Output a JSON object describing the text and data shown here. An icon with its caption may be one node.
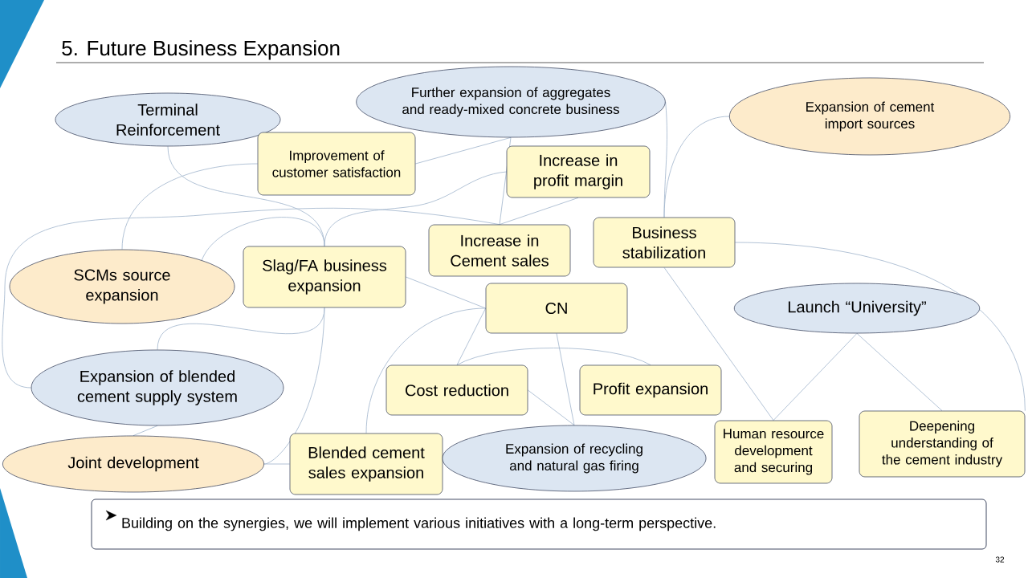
{
  "diagram": {
    "title": "5. Future Business Expansion",
    "nodes": [
      {
        "text": [
          "Terminal Reinforcement"
        ]
      },
      {
        "text": [
          "Further expansion of aggregates and ready-mixed concrete business"
        ]
      },
      {
        "text": [
          "Expansion of cement import sources"
        ]
      },
      {
        "text": [
          "Improvement of customer satisfaction"
        ]
      },
      {
        "text": [
          "Increase in profit margin"
        ]
      },
      {
        "text": [
          "Increase in Cement sales"
        ]
      },
      {
        "text": [
          "Business stabilization"
        ]
      },
      {
        "text": [
          "SCMs source expansion"
        ]
      },
      {
        "text": [
          "Slag/FA business expansion"
        ]
      },
      {
        "text": [
          "CN"
        ]
      },
      {
        "text": [
          "Launch “University”"
        ]
      },
      {
        "text": [
          "Expansion of blended cement supply system"
        ]
      },
      {
        "text": [
          "Cost reduction"
        ]
      },
      {
        "text": [
          "Profit expansion"
        ]
      },
      {
        "text": [
          "Joint development"
        ]
      },
      {
        "text": [
          "Blended cement sales expansion"
        ]
      },
      {
        "text": [
          "Expansion of recycling and natural gas firing"
        ]
      },
      {
        "text": [
          "Human resource development and securing"
        ]
      },
      {
        "text": [
          "Deepening understanding of the cement industry"
        ]
      },
      {
        "text": [
          "Building on the synergies, we will implement various initiatives with a long-term perspective."
        ]
      }
    ],
    "edges": [
      {
        "from": 0,
        "to": 8,
        "arrow": "none"
      },
      {
        "from": 3,
        "to": 7,
        "arrow": "none"
      },
      {
        "from": 1,
        "to": 3,
        "arrow": "none"
      },
      {
        "from": 1,
        "to": 5,
        "arrow": "none"
      },
      {
        "from": 4,
        "to": 5,
        "arrow": "none"
      },
      {
        "from": 4,
        "to": 8,
        "arrow": "none"
      },
      {
        "from": 5,
        "to": 11,
        "arrow": "none"
      },
      {
        "from": 7,
        "to": 8,
        "arrow": "none"
      },
      {
        "from": 1,
        "to": 6,
        "arrow": "none"
      },
      {
        "from": 2,
        "to": 6,
        "arrow": "none"
      },
      {
        "from": 6,
        "to": 18,
        "arrow": "none"
      },
      {
        "from": 6,
        "to": 17,
        "arrow": "none"
      },
      {
        "from": 10,
        "to": 17,
        "arrow": "none"
      },
      {
        "from": 10,
        "to": 18,
        "arrow": "none"
      },
      {
        "from": 8,
        "to": 9,
        "arrow": "none"
      },
      {
        "from": 9,
        "to": 12,
        "arrow": "none"
      },
      {
        "from": 9,
        "to": 15,
        "arrow": "none"
      },
      {
        "from": 9,
        "to": 16,
        "arrow": "none"
      },
      {
        "from": 12,
        "to": 16,
        "arrow": "none"
      },
      {
        "from": 12,
        "to": 13,
        "arrow": "none"
      },
      {
        "from": 8,
        "to": 11,
        "arrow": "none"
      },
      {
        "from": 8,
        "to": 14,
        "arrow": "none"
      },
      {
        "from": 11,
        "to": 14,
        "arrow": "none"
      },
      {
        "from": 14,
        "to": 15,
        "arrow": "none"
      }
    ],
    "labels": [
      "32"
    ]
  }
}
